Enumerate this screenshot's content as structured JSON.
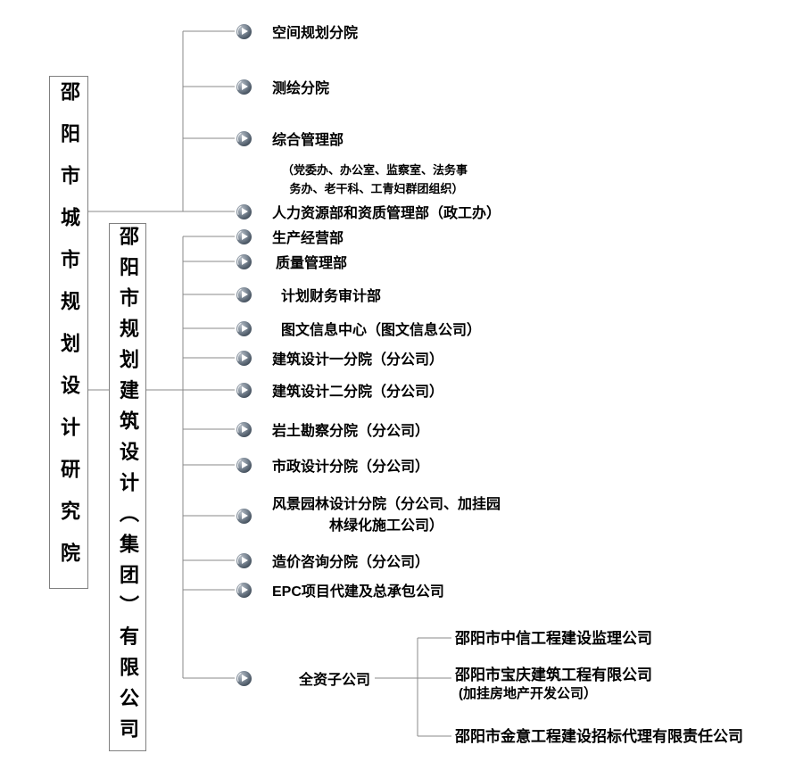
{
  "boxes": {
    "institute": {
      "label": "邵阳市城市规划设计研究院"
    },
    "company": {
      "label": "邵阳市规划建筑设计（集团）有限公司"
    }
  },
  "departments": [
    {
      "label": "空间规划分院"
    },
    {
      "label": "测绘分院"
    },
    {
      "label": "综合管理部",
      "note_line1": "（党委办、办公室、监察室、法务事",
      "note_line2": "务办、老干科、工青妇群团组织）"
    },
    {
      "label": "人力资源部和资质管理部（政工办）"
    },
    {
      "label": "生产经营部"
    },
    {
      "label": "质量管理部"
    },
    {
      "label": "计划财务审计部"
    },
    {
      "label": "图文信息中心（图文信息公司）"
    },
    {
      "label": "建筑设计一分院（分公司）"
    },
    {
      "label": "建筑设计二分院（分公司）"
    },
    {
      "label": "岩土勘察分院（分公司）"
    },
    {
      "label": "市政设计分院（分公司）"
    },
    {
      "label": "风景园林设计分院（分公司、加挂园",
      "label_line2": "林绿化施工公司）"
    },
    {
      "label": "造价咨询分院（分公司）"
    },
    {
      "label": "EPC项目代建及总承包公司"
    },
    {
      "label": "全资子公司"
    }
  ],
  "subsidiaries": [
    {
      "label": "邵阳市中信工程建设监理公司"
    },
    {
      "label": "邵阳市宝庆建筑工程有限公司",
      "label_line2": "(加挂房地产开发公司）"
    },
    {
      "label": "邵阳市金意工程建设招标代理有限责任公司"
    }
  ],
  "icons": {
    "bullet": "play-bullet-icon"
  },
  "colors": {
    "connector_line": "#8a8a8a",
    "box_border": "#808080",
    "text": "#000000",
    "bullet_dark": "#3e4a57",
    "bullet_light": "#b6bdc6",
    "bullet_glyph": "#ffffff"
  }
}
